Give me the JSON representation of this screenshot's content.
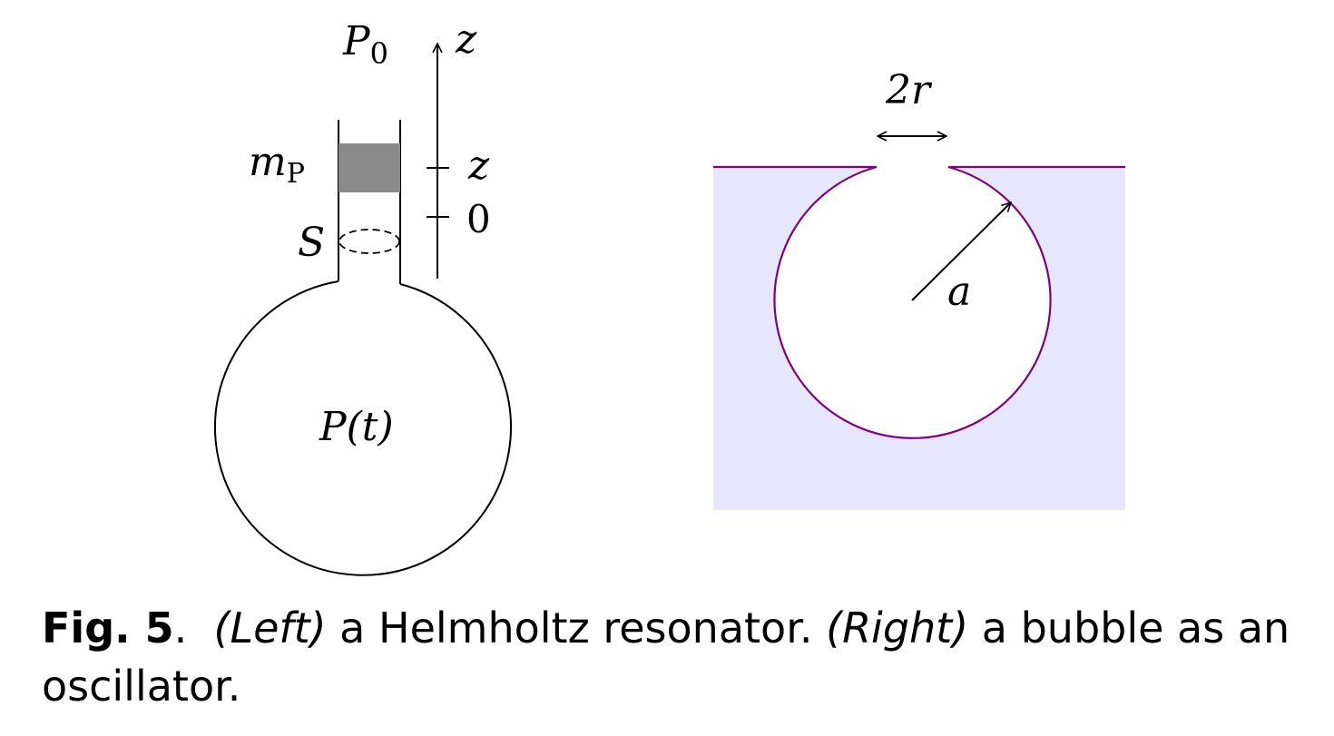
{
  "left_diagram": {
    "label_p0": "P",
    "label_p0_sub": "0",
    "label_axis_z": "z",
    "label_mass": "m",
    "label_mass_sub": "P",
    "label_tick_z": "z",
    "label_tick_0": "0",
    "label_s": "S",
    "label_pressure": "P(t)"
  },
  "right_diagram": {
    "label_width": "2r",
    "label_radius": "a",
    "fill_color": "#e6e6fc",
    "stroke_color": "#800080"
  },
  "caption": {
    "fig_label": "Fig.  5",
    "period": ".",
    "left_tag": "(Left)",
    "left_text": " a Helmholtz resonator.  ",
    "right_tag": "(Right)",
    "right_text": " a bubble as an oscillator."
  }
}
